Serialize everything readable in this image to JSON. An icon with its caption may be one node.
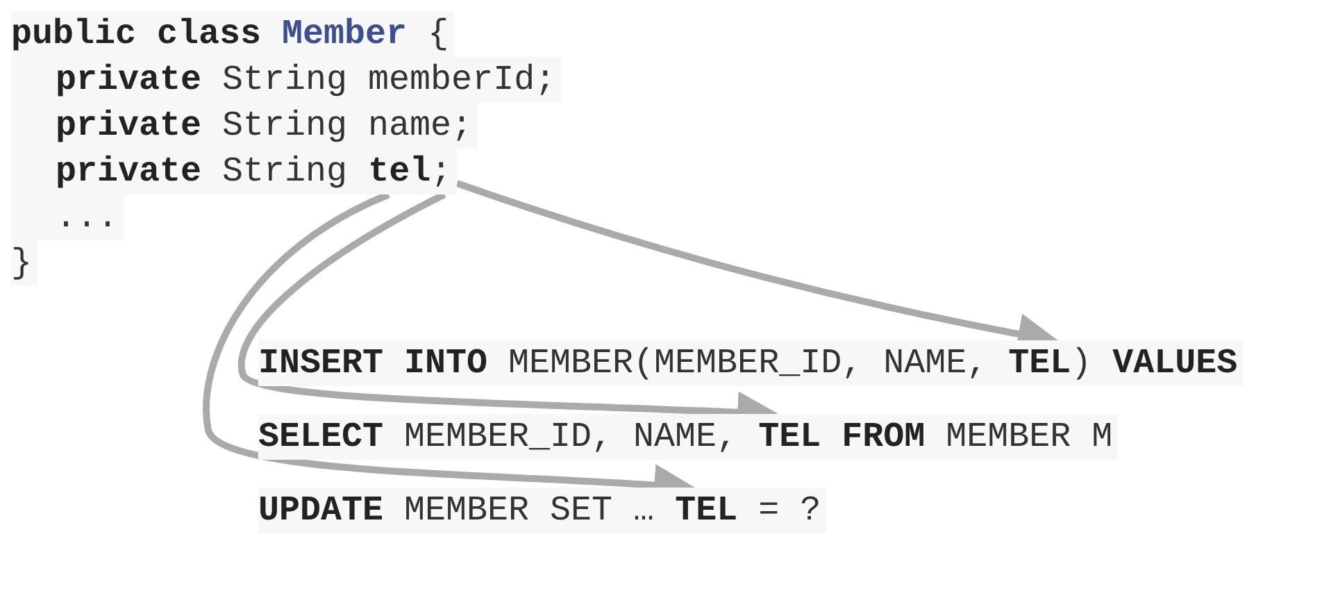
{
  "diagram": {
    "nodes": [
      {
        "text": [
          "**public class** **Member** {"
        ]
      },
      {
        "text": [
          "**private** String memberId;"
        ]
      },
      {
        "text": [
          "**private** String name;"
        ]
      },
      {
        "text": [
          "**private** String **tel**;"
        ]
      },
      {
        "text": [
          "..."
        ]
      },
      {
        "text": [
          "}"
        ]
      },
      {
        "text": [
          "**INSERT INTO** MEMBER(MEMBER_ID, NAME, **TEL**) **VALUES**"
        ]
      },
      {
        "text": [
          "**SELECT** MEMBER_ID, NAME, **TEL FROM** MEMBER M"
        ]
      },
      {
        "text": [
          "**UPDATE** MEMBER SET … **TEL** = ?"
        ]
      }
    ],
    "edges": [
      {
        "from": 3,
        "to": 6,
        "arrow": "to"
      },
      {
        "from": 3,
        "to": 7,
        "arrow": "to"
      },
      {
        "from": 3,
        "to": 8,
        "arrow": "to"
      }
    ]
  }
}
